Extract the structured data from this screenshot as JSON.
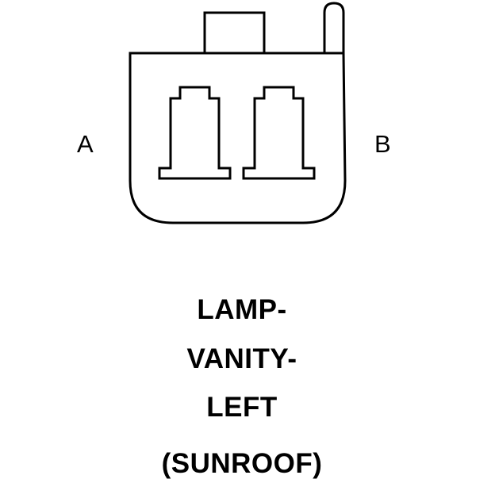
{
  "connector": {
    "pin_labels": {
      "a": "A",
      "b": "B"
    },
    "name_lines": [
      "LAMP-",
      "VANITY-",
      "LEFT"
    ],
    "variant": "(SUNROOF)"
  }
}
